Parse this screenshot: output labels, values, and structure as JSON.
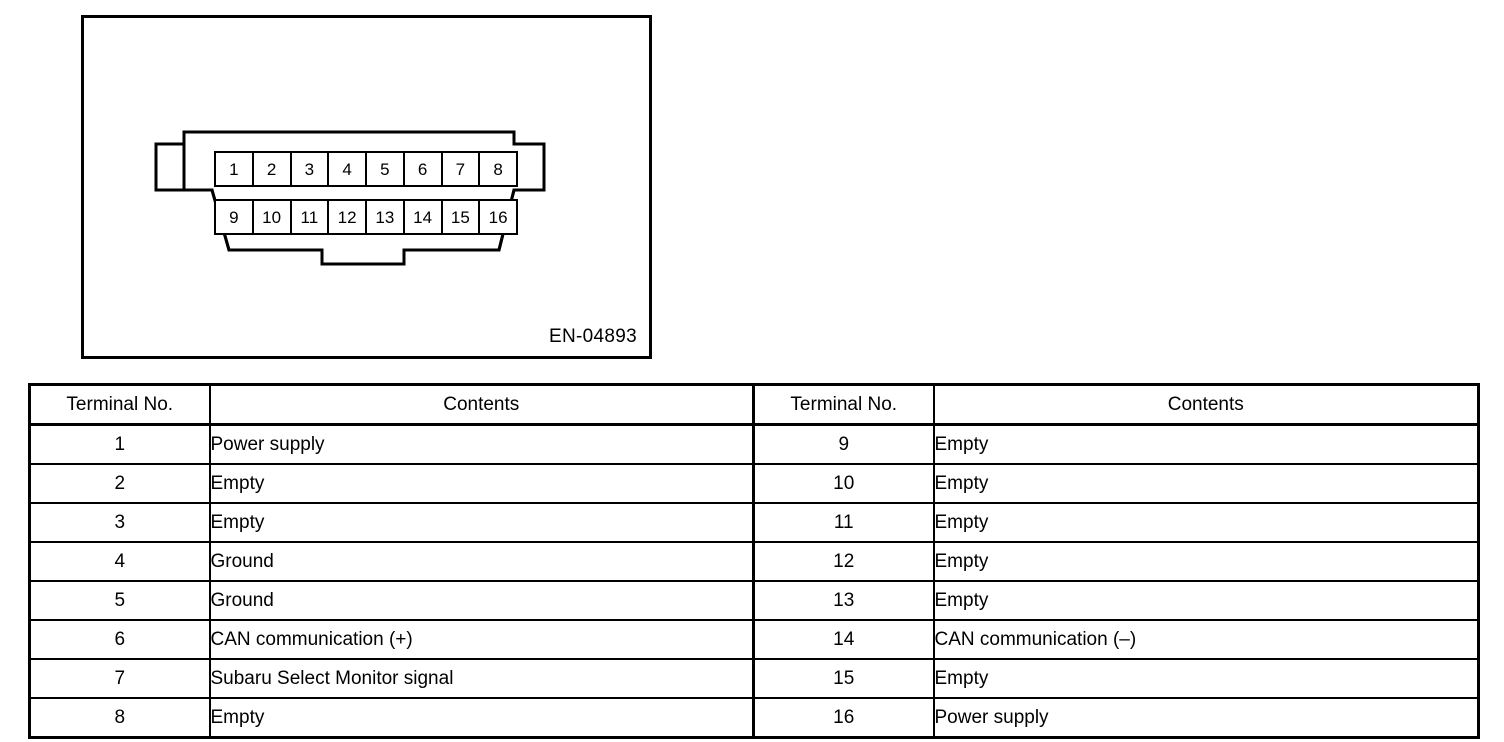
{
  "diagram": {
    "code_label": "EN-04893",
    "pins_top": [
      "1",
      "2",
      "3",
      "4",
      "5",
      "6",
      "7",
      "8"
    ],
    "pins_bottom": [
      "9",
      "10",
      "11",
      "12",
      "13",
      "14",
      "15",
      "16"
    ]
  },
  "table": {
    "headers": [
      "Terminal No.",
      "Contents",
      "Terminal No.",
      "Contents"
    ],
    "rows": [
      {
        "left_no": "1",
        "left_contents": "Power supply",
        "right_no": "9",
        "right_contents": "Empty"
      },
      {
        "left_no": "2",
        "left_contents": "Empty",
        "right_no": "10",
        "right_contents": "Empty"
      },
      {
        "left_no": "3",
        "left_contents": "Empty",
        "right_no": "11",
        "right_contents": "Empty"
      },
      {
        "left_no": "4",
        "left_contents": "Ground",
        "right_no": "12",
        "right_contents": "Empty"
      },
      {
        "left_no": "5",
        "left_contents": "Ground",
        "right_no": "13",
        "right_contents": "Empty"
      },
      {
        "left_no": "6",
        "left_contents": "CAN communication (+)",
        "right_no": "14",
        "right_contents": "CAN communication (–)"
      },
      {
        "left_no": "7",
        "left_contents": "Subaru Select Monitor signal",
        "right_no": "15",
        "right_contents": "Empty"
      },
      {
        "left_no": "8",
        "left_contents": "Empty",
        "right_no": "16",
        "right_contents": "Power supply"
      }
    ]
  },
  "colors": {
    "ink": "#000000",
    "paper": "#ffffff"
  }
}
